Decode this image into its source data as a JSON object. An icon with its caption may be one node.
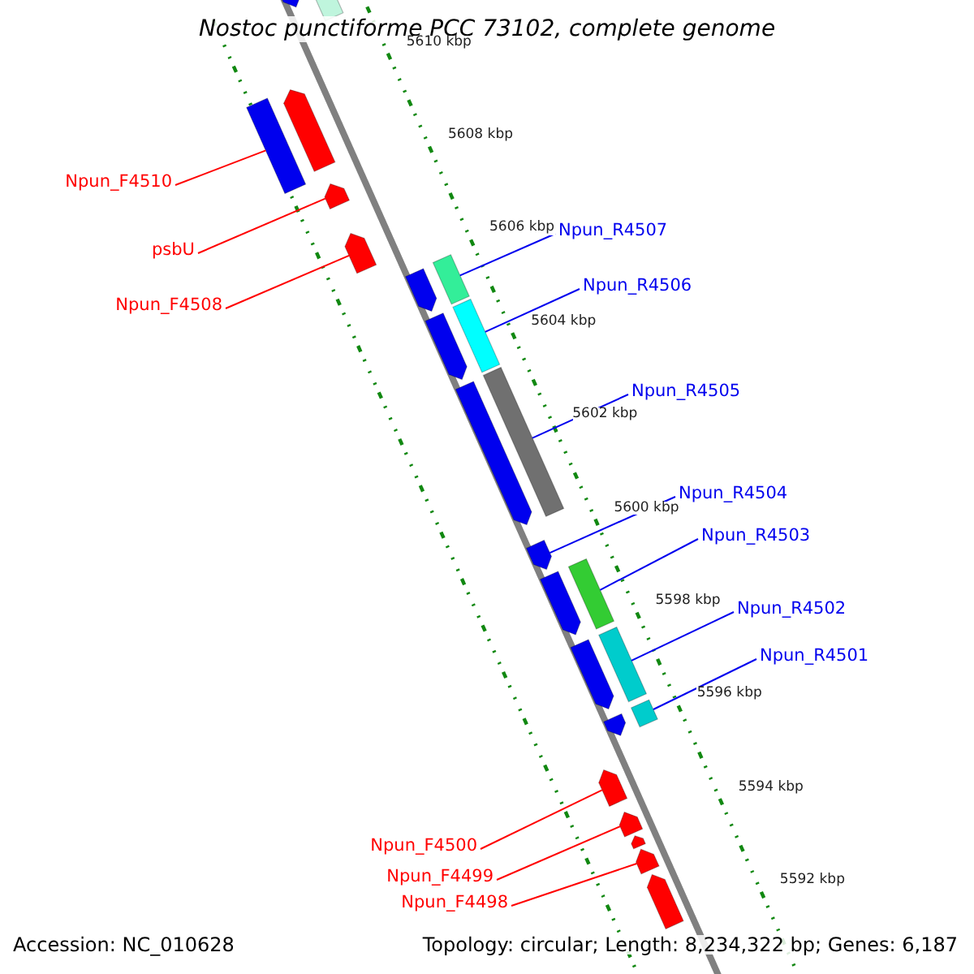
{
  "diagram": {
    "title": "Nostoc punctiforme PCC 73102, complete genome",
    "nodes": [
      {
        "text": [
          "Npun_F4510"
        ]
      },
      {
        "text": [],
        "shape": "bar"
      },
      {
        "text": [
          "psbU"
        ]
      },
      {
        "text": [],
        "shape": "arrow"
      },
      {
        "text": [
          "Npun_F4508"
        ]
      },
      {
        "text": [],
        "shape": "arrow"
      },
      {
        "text": [
          "Npun_R4507"
        ]
      },
      {
        "text": [],
        "shape": "bar"
      },
      {
        "text": [
          "Npun_R4506"
        ]
      },
      {
        "text": [],
        "shape": "bar"
      },
      {
        "text": [
          "Npun_R4505"
        ]
      },
      {
        "text": [],
        "shape": "bar"
      },
      {
        "text": [
          "Npun_R4504"
        ]
      },
      {
        "text": [],
        "shape": "arrow"
      },
      {
        "text": [
          "Npun_R4503"
        ]
      },
      {
        "text": [],
        "shape": "bar"
      },
      {
        "text": [
          "Npun_R4502"
        ]
      },
      {
        "text": [],
        "shape": "bar"
      },
      {
        "text": [
          "Npun_R4501"
        ]
      },
      {
        "text": [],
        "shape": "bar"
      },
      {
        "text": [
          "Npun_F4500"
        ]
      },
      {
        "text": [],
        "shape": "arrow"
      },
      {
        "text": [
          "Npun_F4499"
        ]
      },
      {
        "text": [],
        "shape": "arrow"
      },
      {
        "text": [
          "Npun_F4498"
        ]
      },
      {
        "text": [],
        "shape": "arrow"
      },
      {
        "text": [],
        "shape": "arrow"
      },
      {
        "text": [],
        "shape": "bar"
      },
      {
        "text": [],
        "shape": "arrow"
      },
      {
        "text": [],
        "shape": "arrow"
      },
      {
        "text": [],
        "shape": "arrow"
      },
      {
        "text": [],
        "shape": "arrow"
      },
      {
        "text": [],
        "shape": "arrow"
      },
      {
        "text": [],
        "shape": "arrow"
      },
      {
        "text": [],
        "shape": "arrow"
      },
      {
        "text": [],
        "shape": "arrow"
      },
      {
        "text": [],
        "shape": "arrow"
      }
    ],
    "edges": [
      {
        "from": 0,
        "to": 1,
        "arrow": "none",
        "color": "#ff0000"
      },
      {
        "from": 2,
        "to": 3,
        "arrow": "none",
        "color": "#ff0000"
      },
      {
        "from": 4,
        "to": 5,
        "arrow": "none",
        "color": "#ff0000"
      },
      {
        "from": 6,
        "to": 7,
        "arrow": "none"
      },
      {
        "from": 8,
        "to": 9,
        "arrow": "none"
      },
      {
        "from": 10,
        "to": 11,
        "arrow": "none"
      },
      {
        "from": 12,
        "to": 13,
        "arrow": "none"
      },
      {
        "from": 14,
        "to": 15,
        "arrow": "none"
      },
      {
        "from": 16,
        "to": 17,
        "arrow": "none"
      },
      {
        "from": 18,
        "to": 19,
        "arrow": "none"
      },
      {
        "from": 20,
        "to": 21,
        "arrow": "none",
        "color": "#ff0000"
      },
      {
        "from": 22,
        "to": 23,
        "arrow": "none",
        "color": "#ff0000"
      },
      {
        "from": 24,
        "to": 25,
        "arrow": "none",
        "color": "#ff0000"
      }
    ],
    "labels": [
      "5610 kbp",
      "5608 kbp",
      "5606 kbp",
      "5604 kbp",
      "5602 kbp",
      "5600 kbp",
      "5598 kbp",
      "5596 kbp",
      "5594 kbp",
      "5592 kbp",
      "Accession: NC_010628",
      "Topology: circular; Length: 8,234,322 bp; Genes: 6,187"
    ]
  }
}
